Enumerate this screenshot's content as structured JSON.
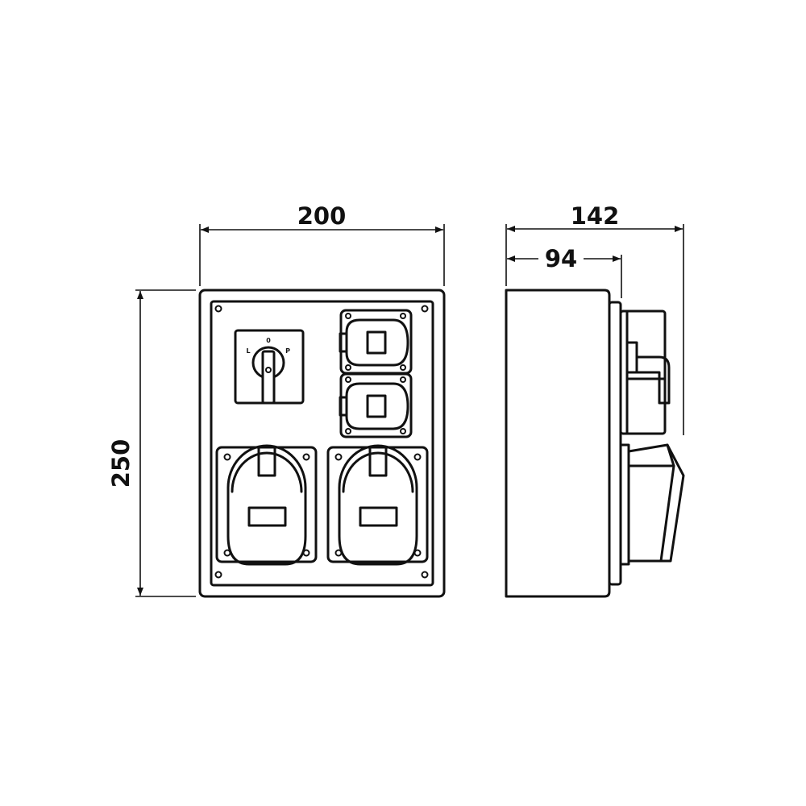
{
  "dimensions": {
    "front_width": "200",
    "front_height": "250",
    "side_depth_total": "142",
    "side_depth_body": "94"
  },
  "selector_switch": {
    "position_left": "L",
    "position_center": "0",
    "position_right": "P"
  },
  "colors": {
    "line": "#111111",
    "background": "#ffffff"
  }
}
